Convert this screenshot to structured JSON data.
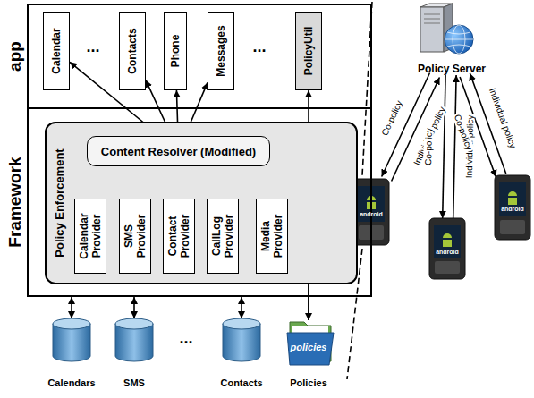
{
  "diagram": {
    "nodes": [
      {
        "text": [
          "app"
        ]
      },
      {
        "text": [
          "Calendar"
        ],
        "in": 0
      },
      {
        "text": [
          "Contacts"
        ],
        "in": 0
      },
      {
        "text": [
          "Phone"
        ],
        "in": 0
      },
      {
        "text": [
          "Messages"
        ],
        "in": 0
      },
      {
        "text": [
          "PolicyUtil"
        ],
        "in": 0
      },
      {
        "text": [
          "Framework"
        ]
      },
      {
        "text": [
          "Policy Enforcement"
        ],
        "in": 6
      },
      {
        "text": [
          "Content Resolver (Modified)"
        ],
        "in": 7
      },
      {
        "text": [
          "Calendar Provider"
        ],
        "in": 7
      },
      {
        "text": [
          "SMS Provider"
        ],
        "in": 7
      },
      {
        "text": [
          "Contact Provider"
        ],
        "in": 7
      },
      {
        "text": [
          "CallLog Provider"
        ],
        "in": 7
      },
      {
        "text": [
          "Media Provider"
        ],
        "in": 7
      },
      {
        "text": [
          "Calendars"
        ]
      },
      {
        "text": [
          "SMS"
        ]
      },
      {
        "text": [
          "Contacts"
        ]
      },
      {
        "text": [
          "policies",
          "Policies"
        ]
      },
      {
        "text": [
          "Policy Server"
        ]
      },
      {
        "text": [
          "android"
        ]
      },
      {
        "text": [
          "android"
        ]
      },
      {
        "text": [
          "android"
        ]
      }
    ],
    "edges": [
      {
        "from": 1,
        "to": 8,
        "arrow": "both"
      },
      {
        "from": 2,
        "to": 8,
        "arrow": "both"
      },
      {
        "from": 3,
        "to": 8,
        "arrow": "both"
      },
      {
        "from": 4,
        "to": 8,
        "arrow": "both"
      },
      {
        "from": 5,
        "to": 17,
        "arrow": "both"
      },
      {
        "from": 17,
        "to": 8,
        "arrow": "to"
      },
      {
        "from": 8,
        "to": 9,
        "arrow": "both"
      },
      {
        "from": 8,
        "to": 10,
        "arrow": "both"
      },
      {
        "from": 8,
        "to": 11,
        "arrow": "both"
      },
      {
        "from": 8,
        "to": 12,
        "arrow": "both"
      },
      {
        "from": 8,
        "to": 13,
        "arrow": "both"
      },
      {
        "from": 6,
        "to": 14,
        "arrow": "both"
      },
      {
        "from": 6,
        "to": 15,
        "arrow": "both"
      },
      {
        "from": 6,
        "to": 16,
        "arrow": "both"
      },
      {
        "from": 19,
        "to": 18,
        "label": "Individual policy",
        "arrow": "to"
      },
      {
        "from": 18,
        "to": 19,
        "label": "Co-policy",
        "arrow": "to"
      },
      {
        "from": 20,
        "to": 18,
        "label": "Individual policy",
        "arrow": "to"
      },
      {
        "from": 18,
        "to": 20,
        "label": "Co-policy",
        "arrow": "to"
      },
      {
        "from": 21,
        "to": 18,
        "label": "Individual policy",
        "arrow": "to"
      },
      {
        "from": 18,
        "to": 21,
        "label": "Co-policy",
        "arrow": "to"
      }
    ],
    "labels": [
      "...",
      "...",
      "..."
    ]
  }
}
